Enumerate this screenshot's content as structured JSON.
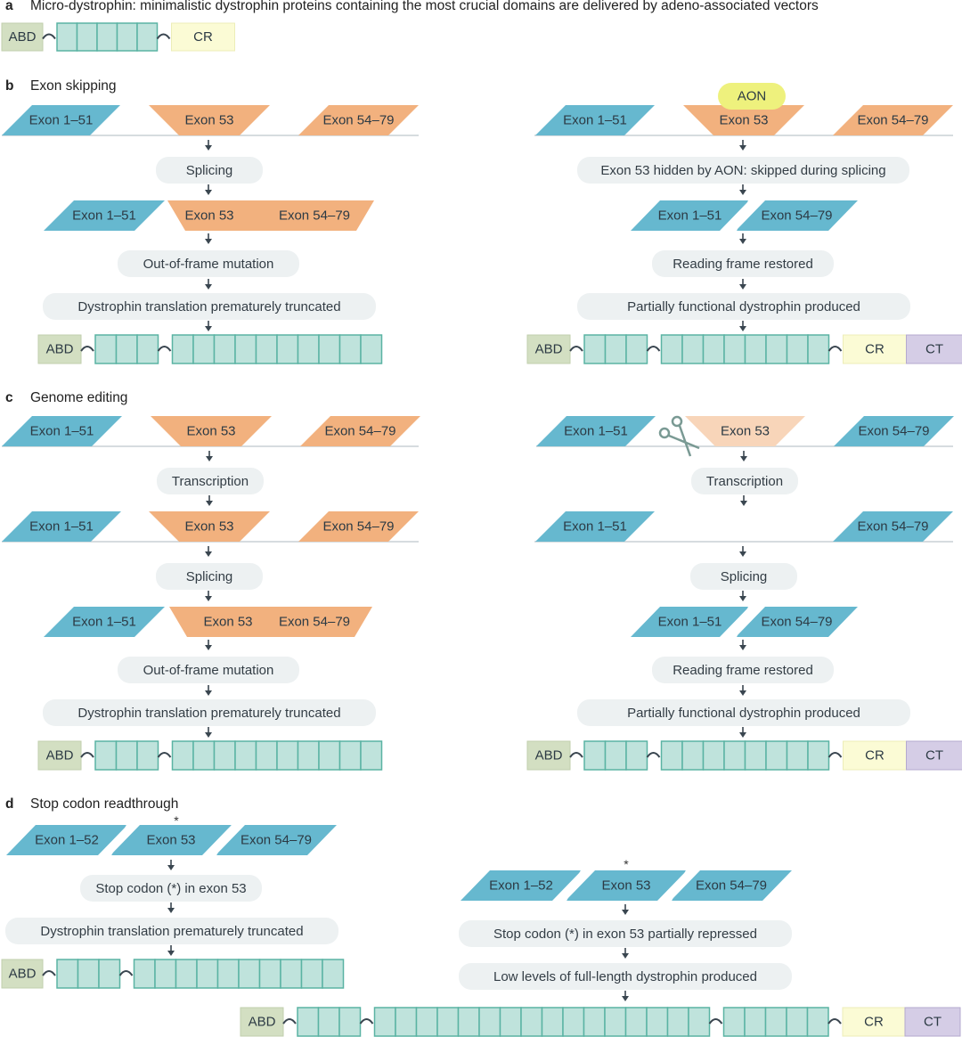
{
  "colors": {
    "exon_blue": "#66b8cf",
    "exon_orange": "#f2b17e",
    "exon_orange_faded": "#f8d5b9",
    "abd": "#d3dfc2",
    "repeat": "#bfe3dc",
    "repeat_border": "#5ab3a3",
    "cr": "#fbfbd5",
    "ct": "#d5cde6",
    "aon": "#eef17d",
    "label_bg": "#edf1f2",
    "arrow": "#3a4650"
  },
  "panels": {
    "a": {
      "letter": "a",
      "title": "Micro-dystrophin: minimalistic dystrophin proteins containing the most crucial domains are delivered by adeno-associated vectors",
      "protein": {
        "abd": "ABD",
        "repeat_groups": [
          5
        ],
        "cr": "CR",
        "ct": null
      }
    },
    "b": {
      "letter": "b",
      "title": "Exon skipping",
      "left": {
        "gene": [
          "Exon 1–51",
          "Exon 53",
          "Exon 54–79"
        ],
        "step1": "Splicing",
        "transcript": [
          "Exon 1–51",
          "Exon 53",
          "Exon 54–79"
        ],
        "step2": "Out-of-frame mutation",
        "step3": "Dystrophin translation prematurely truncated",
        "protein": {
          "abd": "ABD",
          "repeat_groups": [
            3,
            10
          ]
        }
      },
      "right": {
        "aon": "AON",
        "gene": [
          "Exon 1–51",
          "Exon 53",
          "Exon 54–79"
        ],
        "step1": "Exon 53 hidden by AON: skipped during splicing",
        "transcript": [
          "Exon 1–51",
          "Exon 54–79"
        ],
        "step2": "Reading frame restored",
        "step3": "Partially functional dystrophin produced",
        "protein": {
          "abd": "ABD",
          "repeat_groups": [
            3,
            8
          ],
          "cr": "CR",
          "ct": "CT"
        }
      }
    },
    "c": {
      "letter": "c",
      "title": "Genome editing",
      "left": {
        "gene": [
          "Exon 1–51",
          "Exon 53",
          "Exon 54–79"
        ],
        "step0": "Transcription",
        "pre_mrna": [
          "Exon 1–51",
          "Exon 53",
          "Exon 54–79"
        ],
        "step1": "Splicing",
        "transcript": [
          "Exon 1–51",
          "Exon 53",
          "Exon 54–79"
        ],
        "step2": "Out-of-frame mutation",
        "step3": "Dystrophin translation prematurely truncated",
        "protein": {
          "abd": "ABD",
          "repeat_groups": [
            3,
            10
          ]
        }
      },
      "right": {
        "gene": [
          "Exon 1–51",
          "Exon 53",
          "Exon 54–79"
        ],
        "tool_icon": "scissors",
        "step0": "Transcription",
        "pre_mrna": [
          "Exon 1–51",
          "Exon 54–79"
        ],
        "step1": "Splicing",
        "transcript": [
          "Exon 1–51",
          "Exon 54–79"
        ],
        "step2": "Reading frame restored",
        "step3": "Partially functional dystrophin produced",
        "protein": {
          "abd": "ABD",
          "repeat_groups": [
            3,
            8
          ],
          "cr": "CR",
          "ct": "CT"
        }
      }
    },
    "d": {
      "letter": "d",
      "title": "Stop codon readthrough",
      "left": {
        "stop_mark": "*",
        "gene": [
          "Exon 1–52",
          "Exon 53",
          "Exon 54–79"
        ],
        "step1": "Stop codon (*) in exon 53",
        "step2": "Dystrophin translation prematurely truncated",
        "protein": {
          "abd": "ABD",
          "repeat_groups": [
            3,
            10
          ]
        }
      },
      "right": {
        "stop_mark": "*",
        "gene": [
          "Exon 1–52",
          "Exon 53",
          "Exon 54–79"
        ],
        "step1": "Stop codon (*) in exon 53 partially repressed",
        "step2": "Low levels of full-length dystrophin produced",
        "protein": {
          "abd": "ABD",
          "repeat_groups": [
            3,
            16,
            5
          ],
          "cr": "CR",
          "ct": "CT"
        }
      }
    }
  }
}
